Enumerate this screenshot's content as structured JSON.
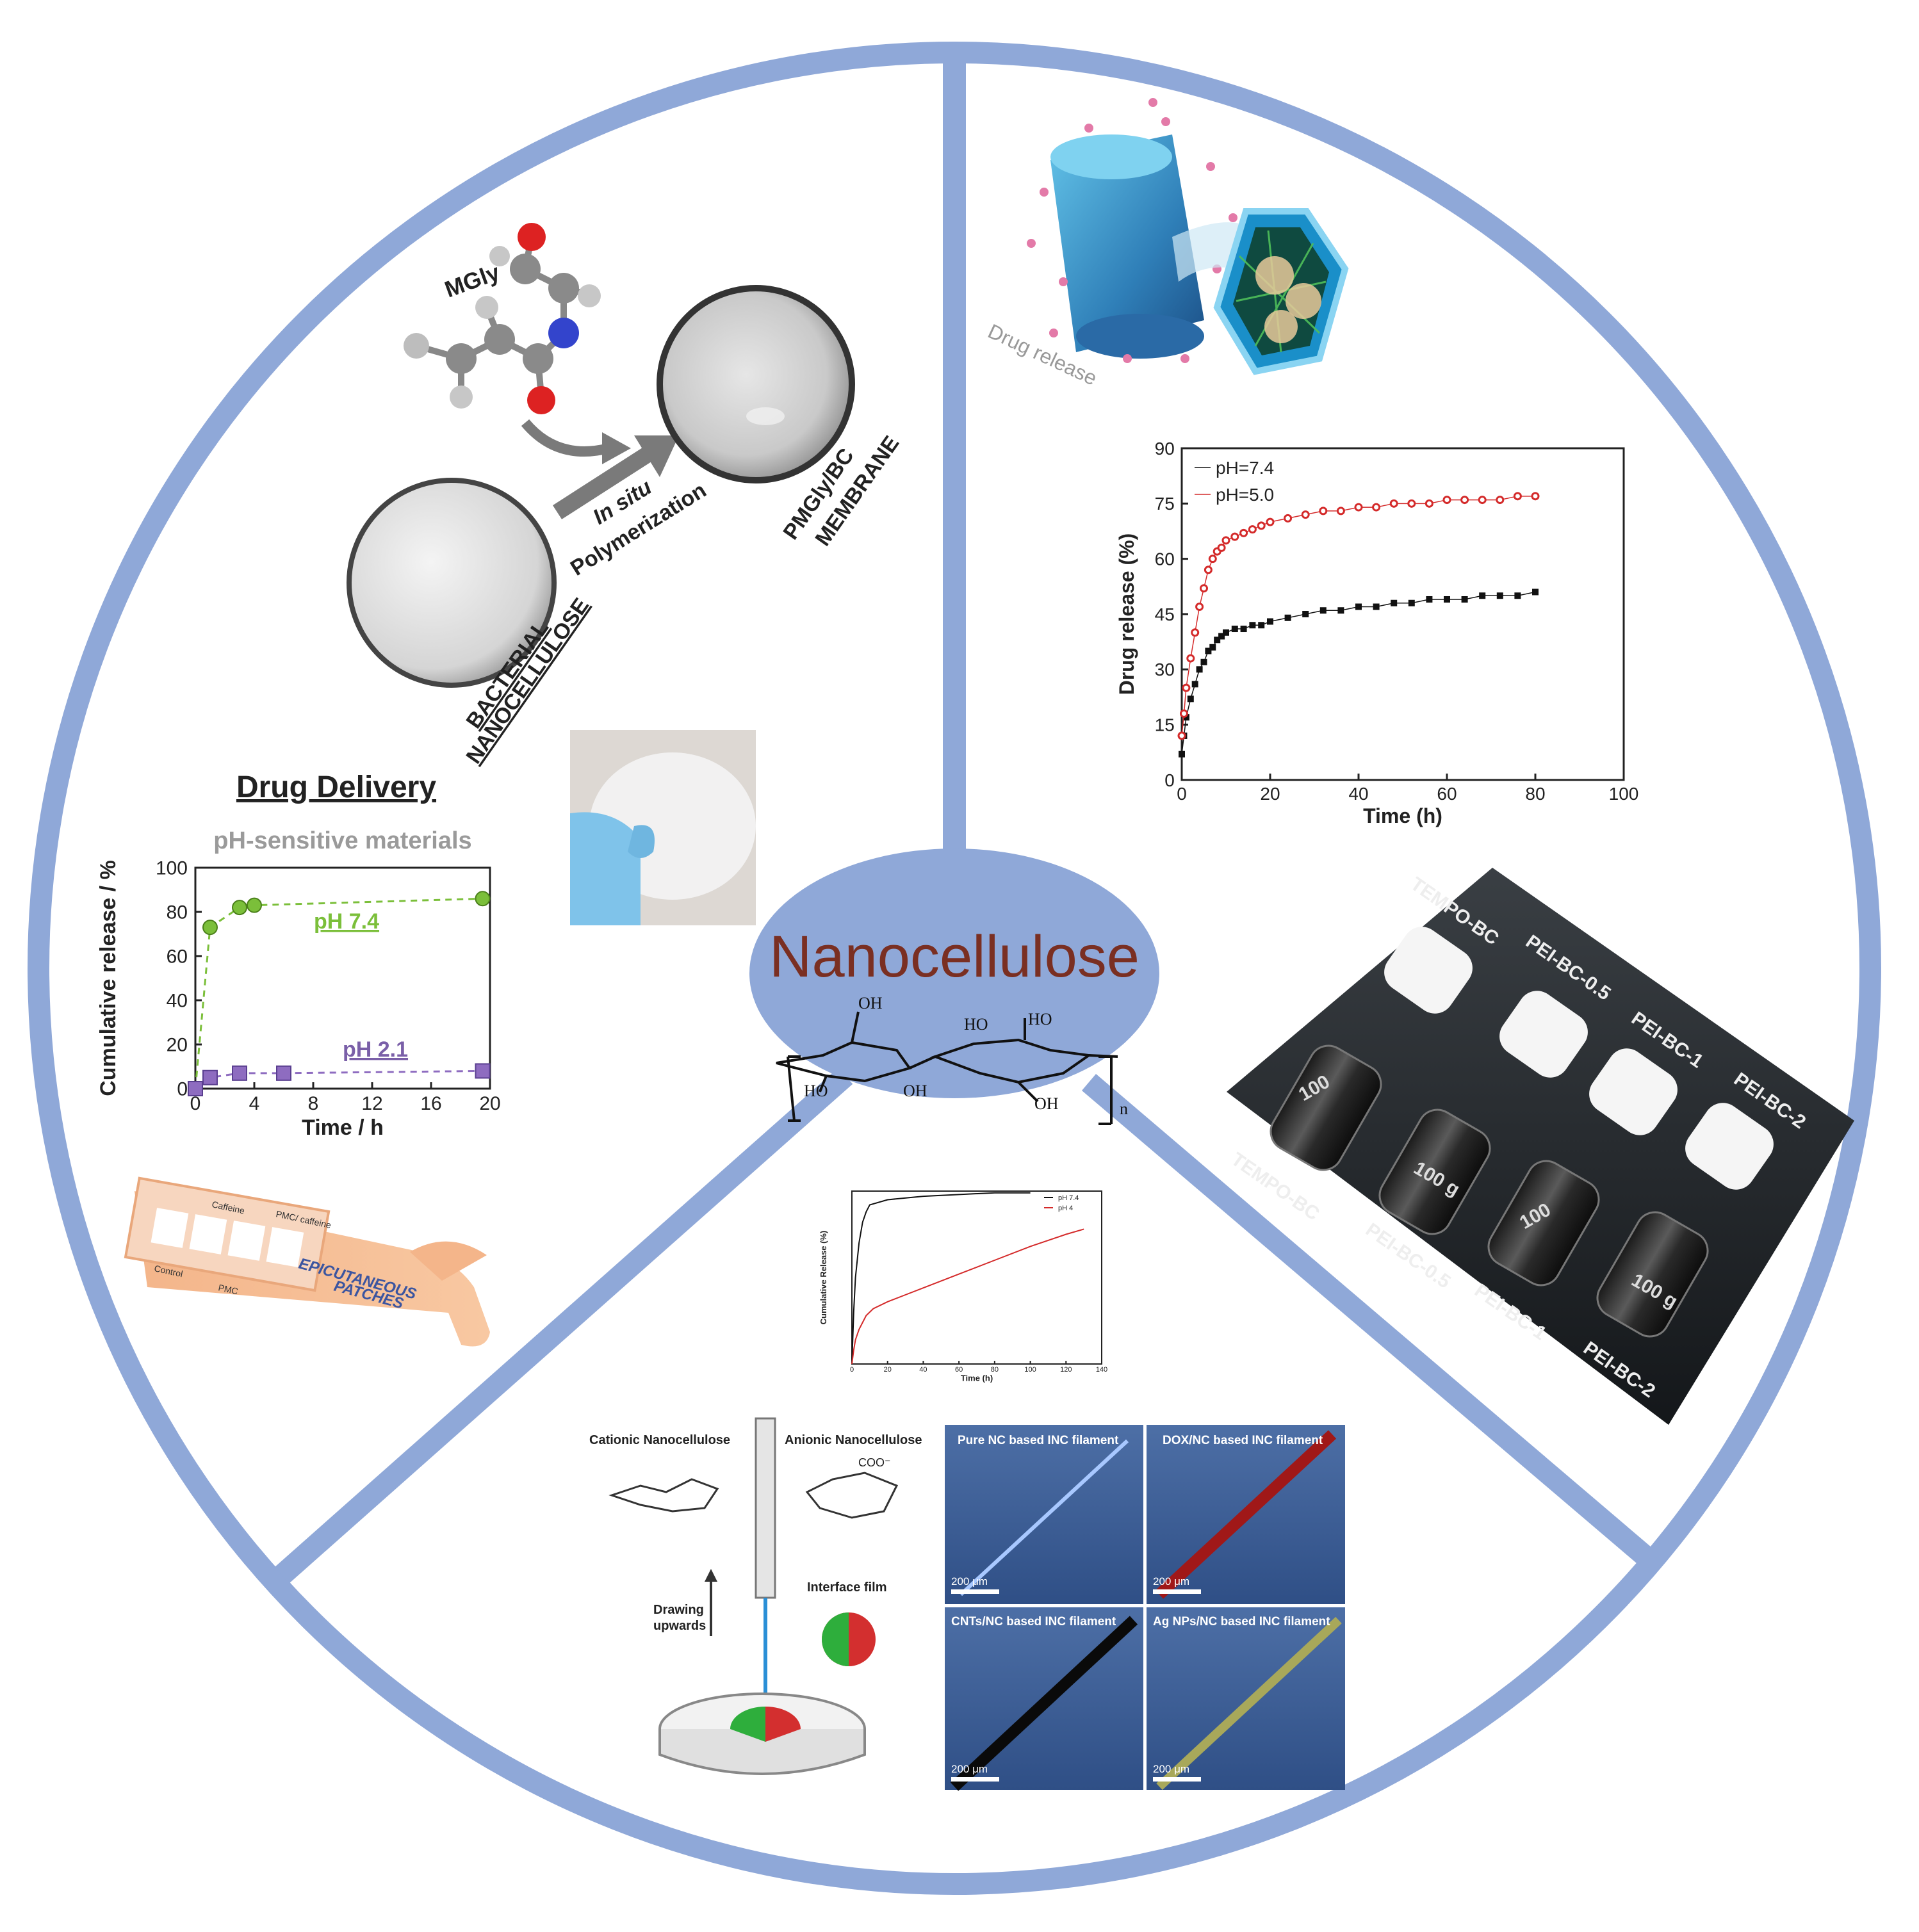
{
  "center": {
    "title": "Nanocellulose",
    "oh_labels": [
      "OH",
      "HO",
      "HO",
      "HO",
      "OH",
      "OH"
    ],
    "n_label": "n",
    "color_title": "#7a2f22",
    "color_disc": "#8fa8d8"
  },
  "colors": {
    "ring": "#8fa8d8"
  },
  "top_left": {
    "molecule_label": "MGly",
    "arrow_text_1": "In situ",
    "arrow_text_2": "Polymerization",
    "membrane_label_1": "PMGly/BC",
    "membrane_label_2": "MEMBRANE",
    "bc_label_1": "BACTERIAL",
    "bc_label_2": "NANOCELLULOSE"
  },
  "left_chart_header": {
    "title": "Drug Delivery",
    "subtitle": "pH-sensitive materials"
  },
  "left_chart_annotations": {
    "ph74": "pH 7.4",
    "ph21": "pH 2.1"
  },
  "patch": {
    "labels": [
      "Caffeine",
      "PMC/ caffeine",
      "Control",
      "PMC"
    ],
    "banner_1": "EPICUTANEOUS",
    "banner_2": "PATCHES"
  },
  "top_right": {
    "drug_release_label": "Drug release"
  },
  "sponges": {
    "labels": [
      "TEMPO-BC",
      "PEI-BC-0.5",
      "PEI-BC-1",
      "PEI-BC-2"
    ],
    "bottom_labels": [
      "TEMPO-BC",
      "PEI-BC-0.5",
      "PEI-BC-1",
      "PEI-BC-2"
    ],
    "weights": [
      "100",
      "100 g",
      "100",
      "100 g"
    ]
  },
  "bottom": {
    "cationic": "Cationic Nanocellulose",
    "anionic": "Anionic Nanocellulose",
    "drawing_1": "Drawing",
    "drawing_2": "upwards",
    "interface": "Interface film",
    "coo": "COO⁻",
    "panels": [
      {
        "title": "Pure NC based INC filament",
        "scale": "200 μm"
      },
      {
        "title": "DOX/NC based INC filament",
        "scale": "200 μm"
      },
      {
        "title": "CNTs/NC based INC filament",
        "scale": "200 μm"
      },
      {
        "title": "Ag NPs/NC based INC filament",
        "scale": "200 μm"
      }
    ]
  },
  "chart_data": [
    {
      "type": "scatter",
      "title": "",
      "xlabel": "Time / h",
      "ylabel": "Cumulative release / %",
      "xlim": [
        0,
        20
      ],
      "ylim": [
        0,
        100
      ],
      "xticks": [
        0,
        4,
        8,
        12,
        16,
        20
      ],
      "yticks": [
        0,
        20,
        40,
        60,
        80,
        100
      ],
      "grid": false,
      "series": [
        {
          "name": "pH 7.4",
          "color": "#7bbf3a",
          "x": [
            0,
            1,
            3,
            4,
            19.5
          ],
          "y": [
            0,
            73,
            82,
            83,
            86
          ]
        },
        {
          "name": "pH 2.1",
          "color": "#8e6cc0",
          "x": [
            0,
            1,
            3,
            6,
            19.5
          ],
          "y": [
            0,
            5,
            7,
            7,
            8
          ]
        }
      ]
    },
    {
      "type": "scatter",
      "title": "",
      "xlabel": "Time (h)",
      "ylabel": "Drug release (%)",
      "xlim": [
        0,
        100
      ],
      "ylim": [
        0,
        90
      ],
      "xticks": [
        0,
        20,
        40,
        60,
        80,
        100
      ],
      "yticks": [
        0,
        15,
        30,
        45,
        60,
        75,
        90
      ],
      "legend": "top-left",
      "grid": false,
      "series": [
        {
          "name": "pH=7.4",
          "color": "#111111",
          "x": [
            0,
            0.5,
            1,
            2,
            3,
            4,
            5,
            6,
            7,
            8,
            9,
            10,
            12,
            14,
            16,
            18,
            20,
            24,
            28,
            32,
            36,
            40,
            44,
            48,
            52,
            56,
            60,
            64,
            68,
            72,
            76,
            80
          ],
          "y": [
            7,
            12,
            17,
            22,
            26,
            30,
            32,
            35,
            36,
            38,
            39,
            40,
            41,
            41,
            42,
            42,
            43,
            44,
            45,
            46,
            46,
            47,
            47,
            48,
            48,
            49,
            49,
            49,
            50,
            50,
            50,
            51
          ]
        },
        {
          "name": "pH=5.0",
          "color": "#d42a2a",
          "x": [
            0,
            0.5,
            1,
            2,
            3,
            4,
            5,
            6,
            7,
            8,
            9,
            10,
            12,
            14,
            16,
            18,
            20,
            24,
            28,
            32,
            36,
            40,
            44,
            48,
            52,
            56,
            60,
            64,
            68,
            72,
            76,
            80
          ],
          "y": [
            12,
            18,
            25,
            33,
            40,
            47,
            52,
            57,
            60,
            62,
            63,
            65,
            66,
            67,
            68,
            69,
            70,
            71,
            72,
            73,
            73,
            74,
            74,
            75,
            75,
            75,
            76,
            76,
            76,
            76,
            77,
            77
          ]
        }
      ]
    },
    {
      "type": "line",
      "title": "",
      "xlabel": "Time (h)",
      "ylabel": "Cumulative Release (%)",
      "xlim": [
        0,
        140
      ],
      "ylim": [
        0,
        100
      ],
      "xticks": [
        0,
        20,
        40,
        60,
        80,
        100,
        120,
        140
      ],
      "legend": "top-right",
      "series": [
        {
          "name": "pH 7.4",
          "color": "#111111",
          "x": [
            0,
            1,
            2,
            4,
            6,
            8,
            10,
            20,
            40,
            60,
            80,
            100
          ],
          "y": [
            0,
            30,
            50,
            70,
            82,
            88,
            92,
            95,
            97,
            98,
            99,
            99
          ]
        },
        {
          "name": "pH 4",
          "color": "#d42a2a",
          "x": [
            0,
            1,
            2,
            4,
            8,
            12,
            20,
            30,
            40,
            60,
            80,
            100,
            120,
            130
          ],
          "y": [
            0,
            8,
            14,
            20,
            28,
            32,
            36,
            40,
            44,
            52,
            60,
            68,
            75,
            78
          ]
        }
      ]
    }
  ]
}
